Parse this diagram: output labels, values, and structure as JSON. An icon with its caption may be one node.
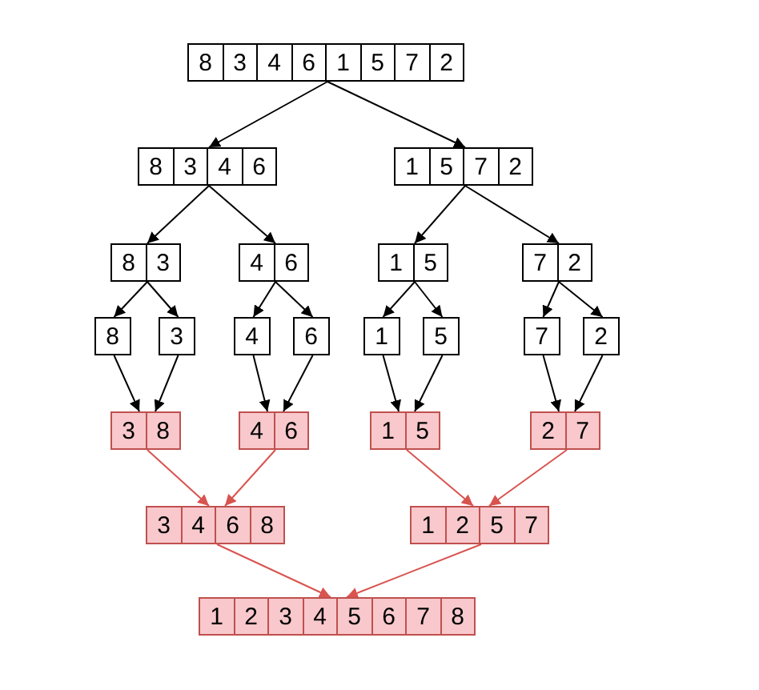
{
  "diagram": {
    "nodes": [
      {
        "text": [
          "8",
          "3",
          "4",
          "6",
          "1",
          "5",
          "7",
          "2"
        ]
      },
      {
        "text": [
          "8",
          "3",
          "4",
          "6"
        ]
      },
      {
        "text": [
          "1",
          "5",
          "7",
          "2"
        ]
      },
      {
        "text": [
          "8",
          "3"
        ]
      },
      {
        "text": [
          "4",
          "6"
        ]
      },
      {
        "text": [
          "1",
          "5"
        ]
      },
      {
        "text": [
          "7",
          "2"
        ]
      },
      {
        "text": [
          "8"
        ]
      },
      {
        "text": [
          "3"
        ]
      },
      {
        "text": [
          "4"
        ]
      },
      {
        "text": [
          "6"
        ]
      },
      {
        "text": [
          "1"
        ]
      },
      {
        "text": [
          "5"
        ]
      },
      {
        "text": [
          "7"
        ]
      },
      {
        "text": [
          "2"
        ]
      },
      {
        "text": [
          "3",
          "8"
        ]
      },
      {
        "text": [
          "4",
          "6"
        ]
      },
      {
        "text": [
          "1",
          "5"
        ]
      },
      {
        "text": [
          "2",
          "7"
        ]
      },
      {
        "text": [
          "3",
          "4",
          "6",
          "8"
        ]
      },
      {
        "text": [
          "1",
          "2",
          "5",
          "7"
        ]
      },
      {
        "text": [
          "1",
          "2",
          "3",
          "4",
          "5",
          "6",
          "7",
          "8"
        ]
      }
    ],
    "edges": [
      {
        "from": 0,
        "to": 1,
        "arrow": "to"
      },
      {
        "from": 0,
        "to": 2,
        "arrow": "to"
      },
      {
        "from": 1,
        "to": 3,
        "arrow": "to"
      },
      {
        "from": 1,
        "to": 4,
        "arrow": "to"
      },
      {
        "from": 2,
        "to": 5,
        "arrow": "to"
      },
      {
        "from": 2,
        "to": 6,
        "arrow": "to"
      },
      {
        "from": 3,
        "to": 7,
        "arrow": "to"
      },
      {
        "from": 3,
        "to": 8,
        "arrow": "to"
      },
      {
        "from": 4,
        "to": 9,
        "arrow": "to"
      },
      {
        "from": 4,
        "to": 10,
        "arrow": "to"
      },
      {
        "from": 5,
        "to": 11,
        "arrow": "to"
      },
      {
        "from": 5,
        "to": 12,
        "arrow": "to"
      },
      {
        "from": 6,
        "to": 13,
        "arrow": "to"
      },
      {
        "from": 6,
        "to": 14,
        "arrow": "to"
      },
      {
        "from": 7,
        "to": 15,
        "arrow": "to"
      },
      {
        "from": 8,
        "to": 15,
        "arrow": "to"
      },
      {
        "from": 9,
        "to": 16,
        "arrow": "to"
      },
      {
        "from": 10,
        "to": 16,
        "arrow": "to"
      },
      {
        "from": 11,
        "to": 17,
        "arrow": "to"
      },
      {
        "from": 12,
        "to": 17,
        "arrow": "to"
      },
      {
        "from": 13,
        "to": 18,
        "arrow": "to"
      },
      {
        "from": 14,
        "to": 18,
        "arrow": "to"
      },
      {
        "from": 15,
        "to": 19,
        "arrow": "to",
        "color": "#d9534f"
      },
      {
        "from": 16,
        "to": 19,
        "arrow": "to",
        "color": "#d9534f"
      },
      {
        "from": 17,
        "to": 20,
        "arrow": "to",
        "color": "#d9534f"
      },
      {
        "from": 18,
        "to": 20,
        "arrow": "to",
        "color": "#d9534f"
      },
      {
        "from": 19,
        "to": 21,
        "arrow": "to",
        "color": "#d9534f"
      },
      {
        "from": 20,
        "to": 21,
        "arrow": "to",
        "color": "#d9534f"
      }
    ]
  }
}
